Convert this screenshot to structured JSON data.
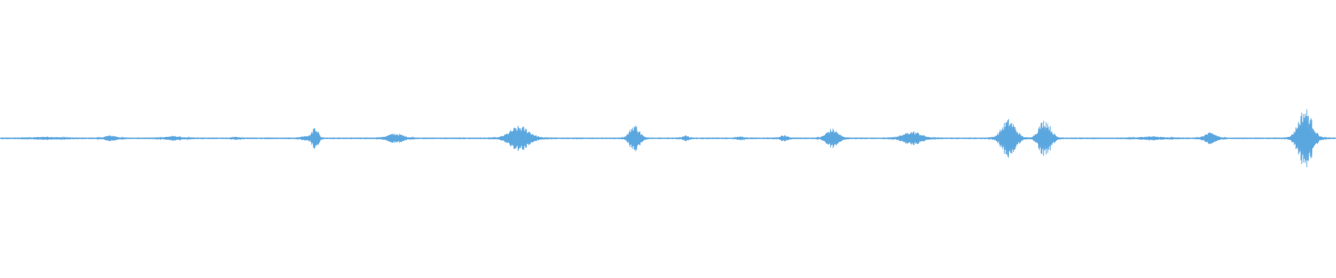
{
  "waveform": {
    "color": "#5aa6df",
    "background": "#ffffff",
    "duration_fraction_samples": 1600,
    "bursts": [
      {
        "center": 0.035,
        "width": 0.012,
        "amplitude": 0.01
      },
      {
        "center": 0.083,
        "width": 0.006,
        "amplitude": 0.02
      },
      {
        "center": 0.13,
        "width": 0.008,
        "amplitude": 0.015
      },
      {
        "center": 0.177,
        "width": 0.003,
        "amplitude": 0.01
      },
      {
        "center": 0.229,
        "width": 0.004,
        "amplitude": 0.02
      },
      {
        "center": 0.236,
        "width": 0.003,
        "amplitude": 0.09
      },
      {
        "center": 0.296,
        "width": 0.008,
        "amplitude": 0.035
      },
      {
        "center": 0.389,
        "width": 0.01,
        "amplitude": 0.09
      },
      {
        "center": 0.475,
        "width": 0.005,
        "amplitude": 0.1
      },
      {
        "center": 0.513,
        "width": 0.003,
        "amplitude": 0.02
      },
      {
        "center": 0.554,
        "width": 0.003,
        "amplitude": 0.015
      },
      {
        "center": 0.587,
        "width": 0.004,
        "amplitude": 0.02
      },
      {
        "center": 0.623,
        "width": 0.006,
        "amplitude": 0.07
      },
      {
        "center": 0.683,
        "width": 0.009,
        "amplitude": 0.05
      },
      {
        "center": 0.755,
        "width": 0.007,
        "amplitude": 0.14
      },
      {
        "center": 0.782,
        "width": 0.006,
        "amplitude": 0.14
      },
      {
        "center": 0.862,
        "width": 0.012,
        "amplitude": 0.012
      },
      {
        "center": 0.906,
        "width": 0.006,
        "amplitude": 0.04
      },
      {
        "center": 0.977,
        "width": 0.007,
        "amplitude": 0.22
      }
    ]
  }
}
